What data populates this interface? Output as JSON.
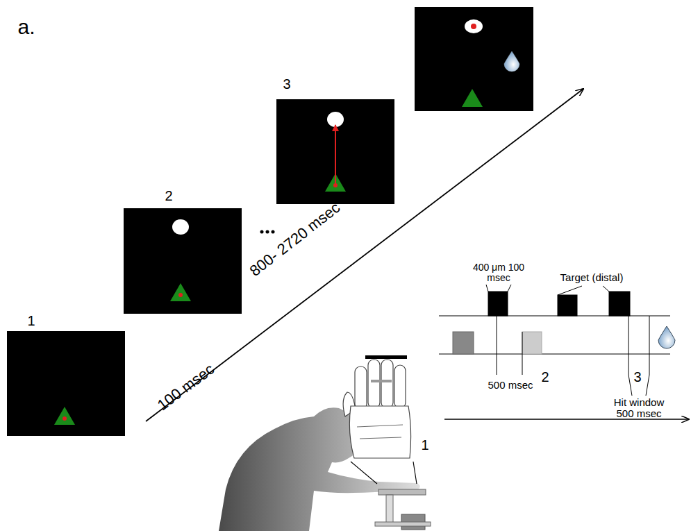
{
  "diagram": {
    "labels": [
      "a.",
      "1",
      "2",
      "3",
      "100 msec",
      "800- 2720 msec",
      "400 μm 100 msec",
      "Target (distal)",
      "1",
      "500 msec",
      "2",
      "3",
      "Hit window 500 msec"
    ]
  }
}
